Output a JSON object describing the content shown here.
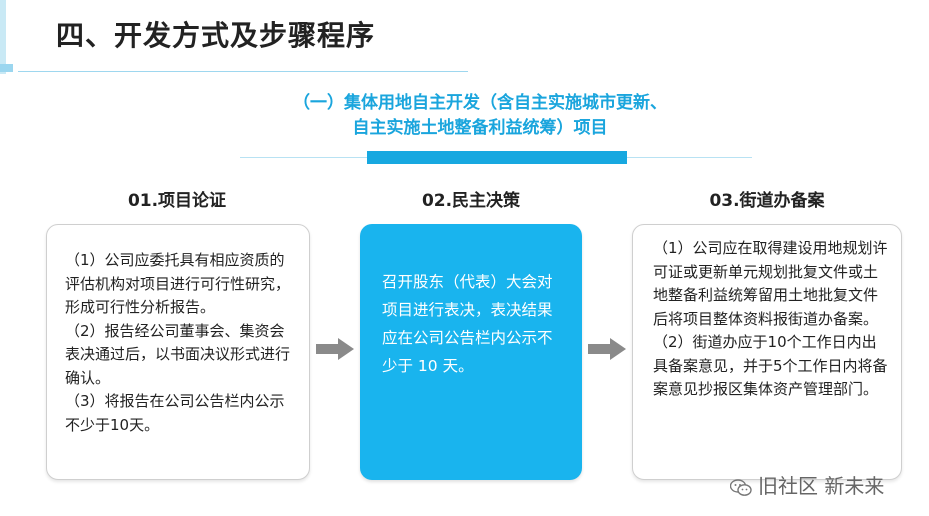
{
  "header": {
    "title": "四、开发方式及步骤程序"
  },
  "subtitle": {
    "line1": "（一）集体用地自主开发（含自主实施城市更新、",
    "line2": "自主实施土地整备利益统筹）项目"
  },
  "steps": [
    {
      "label": "01.项目论证",
      "paragraphs": [
        "（1）公司应委托具有相应资质的评估机构对项目进行可行性研究，形成可行性分析报告。",
        "（2）报告经公司董事会、集资会表决通过后，以书面决议形式进行确认。",
        "（3）将报告在公司公告栏内公示不少于10天。"
      ]
    },
    {
      "label": "02.民主决策",
      "paragraphs": [
        "召开股东（代表）大会对项目进行表决，表决结果应在公司公告栏内公示不少于 10 天。"
      ]
    },
    {
      "label": "03.街道办备案",
      "paragraphs": [
        "（1）公司应在取得建设用地规划许可证或更新单元规划批复文件或土地整备利益统筹留用土地批复文件后将项目整体资料报街道办备案。",
        "（2）街道办应于10个工作日内出具备案意见，并于5个工作日内将备案意见抄报区集体资产管理部门。"
      ]
    }
  ],
  "watermark": {
    "text": "旧社区 新未来",
    "icon": "wechat-icon"
  },
  "colors": {
    "accent": "#17a8e0",
    "highlight_box": "#19b4ee",
    "arrow": "#8a8a8a"
  }
}
